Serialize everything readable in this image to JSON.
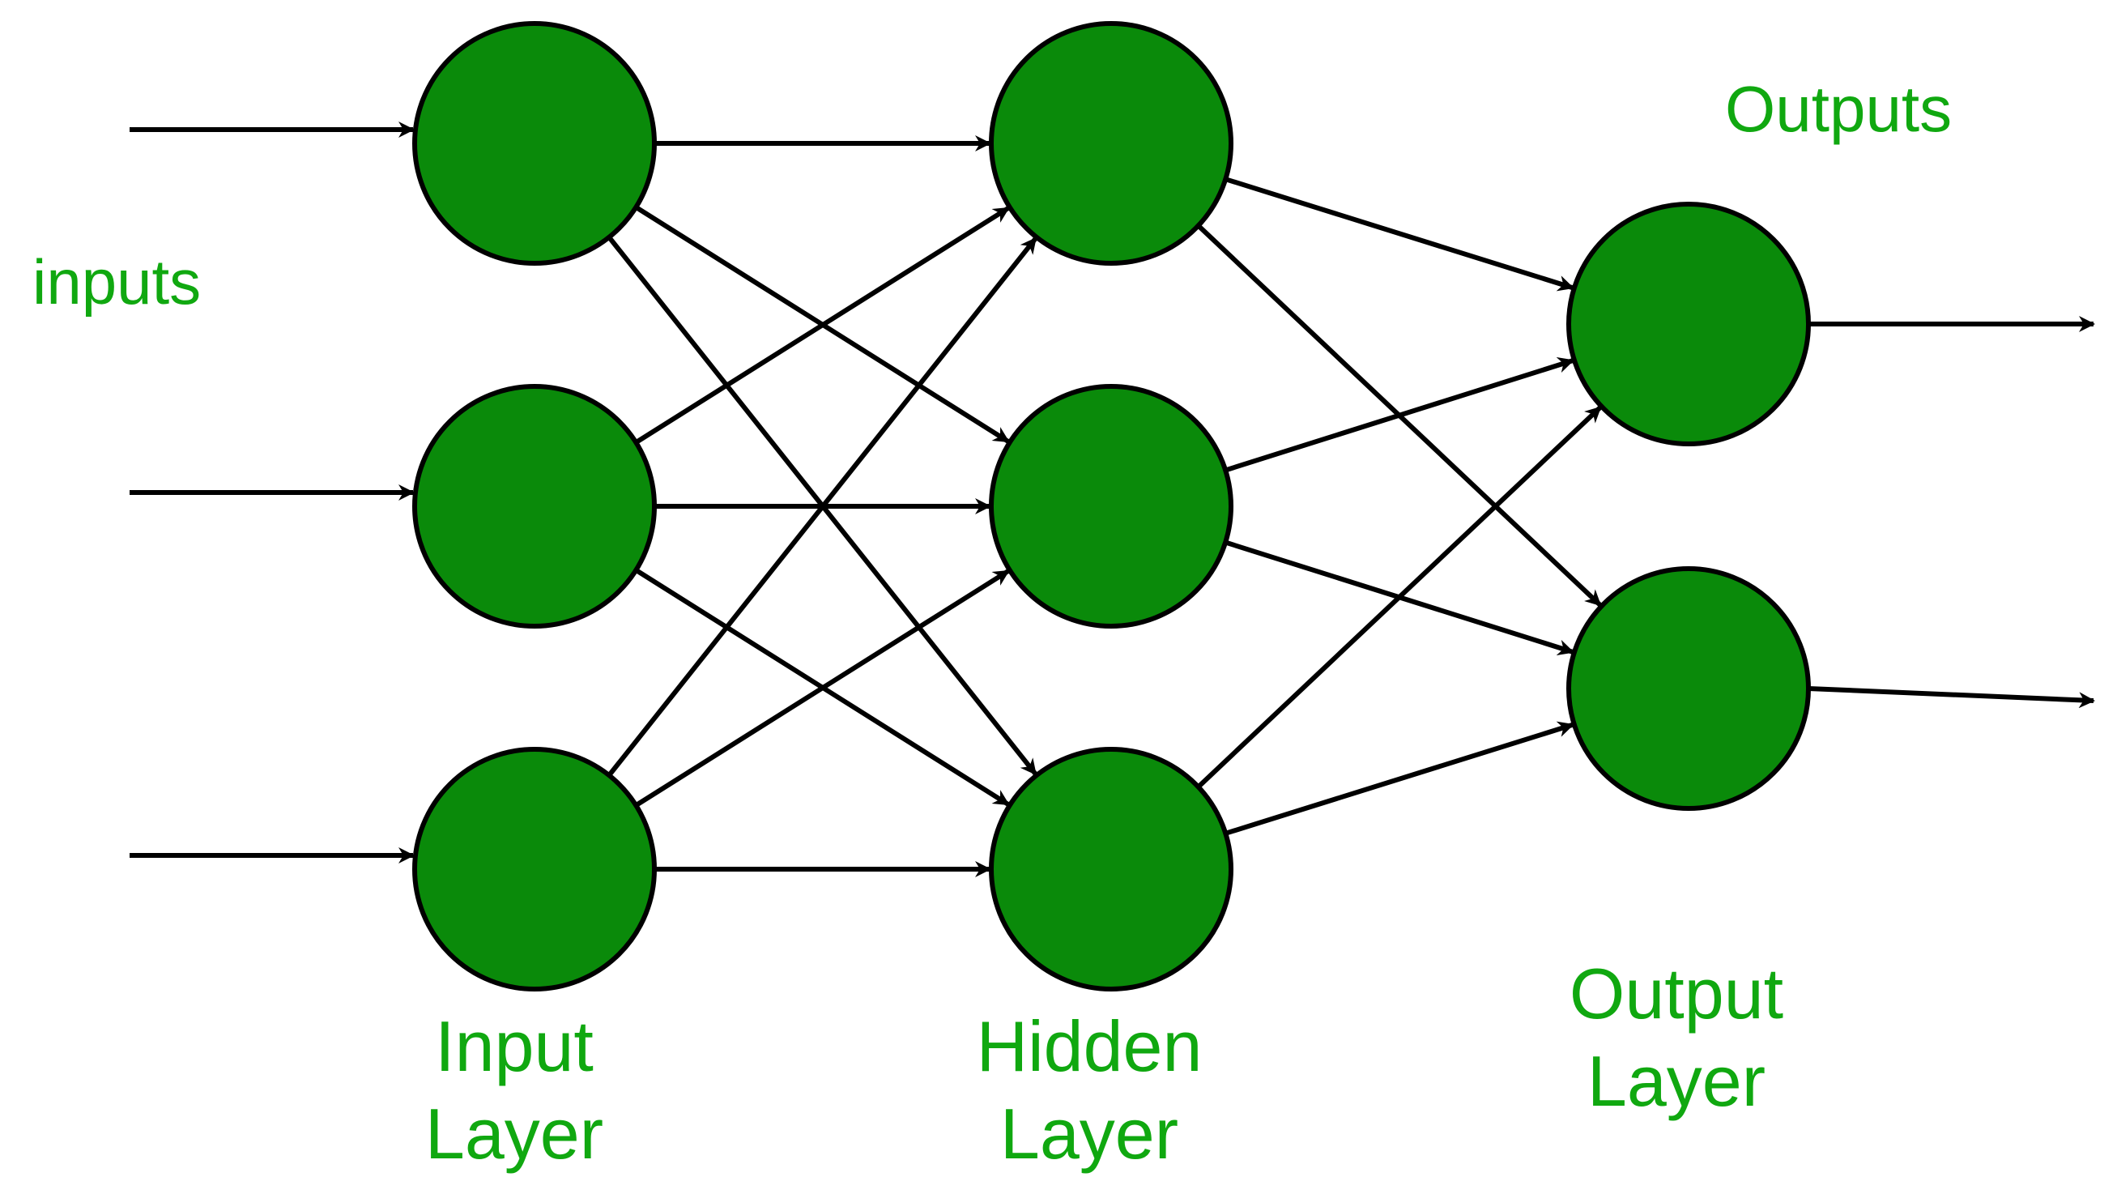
{
  "labels": {
    "inputs": "inputs",
    "outputs": "Outputs",
    "input_layer": [
      "Input",
      "Layer"
    ],
    "hidden_layer": [
      "Hidden",
      "Layer"
    ],
    "output_layer": [
      "Output",
      "Layer"
    ]
  },
  "colors": {
    "node_fill": "#0a8a0a",
    "node_stroke": "#000000",
    "edge": "#000000",
    "text": "#10a810",
    "background": "#ffffff"
  },
  "network": {
    "layers": [
      {
        "name": "input",
        "nodes": 3
      },
      {
        "name": "hidden",
        "nodes": 3
      },
      {
        "name": "output",
        "nodes": 2
      }
    ],
    "connectivity": "fully-connected",
    "external_inputs": 3,
    "external_outputs": 2
  }
}
